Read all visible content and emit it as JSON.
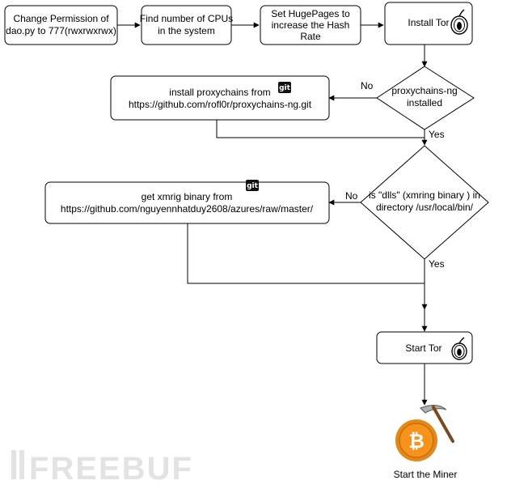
{
  "nodes": {
    "chmod": {
      "lines": [
        "Change Permission of",
        "dao.py to 777(rwxrwxrwx)"
      ]
    },
    "cpus": {
      "lines": [
        "Find number of CPUs",
        "in the system"
      ]
    },
    "hugepages": {
      "lines": [
        "Set HugePages to",
        "increase the Hash",
        "Rate"
      ]
    },
    "install_tor": {
      "lines": [
        "Install Tor"
      ],
      "icon": "tor-onion-icon"
    },
    "proxychains_check": {
      "lines": [
        "proxychains-ng",
        "installed"
      ]
    },
    "install_proxychains": {
      "lines": [
        "install proxychains from",
        "https://github.com/rofl0r/proxychains-ng.git"
      ],
      "icon": "git-icon",
      "icon_text": "git"
    },
    "dlls_check": {
      "lines": [
        "is \"dlls\" (xmring binary ) in",
        "directory /usr/local/bin/"
      ]
    },
    "get_xmrig": {
      "lines": [
        "get xmrig binary from",
        "https://github.com/nguyennhatduy2608/azures/raw/master/"
      ],
      "icon": "git-icon",
      "icon_text": "git"
    },
    "start_tor": {
      "lines": [
        "Start Tor"
      ],
      "icon": "tor-onion-icon"
    },
    "start_miner": {
      "lines": [
        "Start the Miner"
      ],
      "icon": "bitcoin-pickaxe-icon"
    }
  },
  "edges": {
    "proxy_no": "No",
    "proxy_yes": "Yes",
    "dlls_no": "No",
    "dlls_yes": "Yes"
  },
  "watermark": "FREEBUF",
  "colors": {
    "stroke": "#000000",
    "fill": "#ffffff",
    "tor_purple": "#7d4698",
    "bitcoin": "#f7931a",
    "watermark": "#e3e3e3"
  }
}
